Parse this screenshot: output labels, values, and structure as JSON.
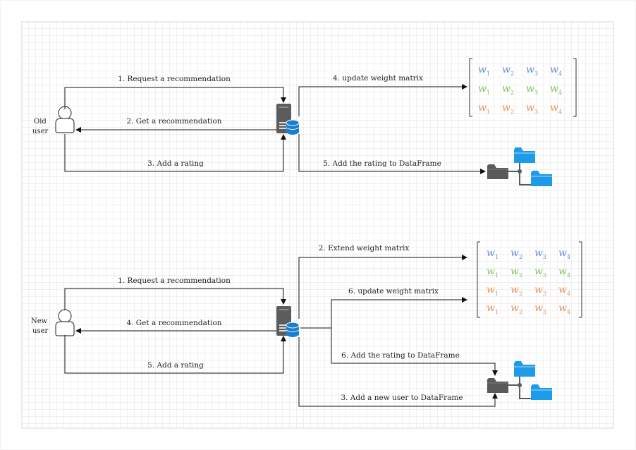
{
  "colors": {
    "blue": "#6a8fd6",
    "green": "#7cc45a",
    "orange": "#e8935a",
    "folder_blue": "#1e9be8",
    "dark": "#5a5a5a"
  },
  "top": {
    "user_label_line1": "Old",
    "user_label_line2": "user",
    "arrows": [
      "1. Request a recommendation",
      "2. Get a recommendation",
      "3. Add a rating",
      "4. update weight matrix",
      "5. Add the rating to DataFrame"
    ]
  },
  "bottom": {
    "user_label_line1": "New",
    "user_label_line2": "user",
    "arrows": [
      "1. Request a recommendation",
      "4. Get a recommendation",
      "5. Add a rating",
      "2. Extend weight matrix",
      "6. update weight matrix",
      "6. Add the rating to DataFrame",
      "3. Add a new user to DataFrame"
    ]
  },
  "matrix": {
    "symbol": "w",
    "subscripts": [
      "1",
      "2",
      "3",
      "4"
    ]
  },
  "icons": [
    "user-icon",
    "server-icon",
    "database-icon",
    "folder-icon",
    "folder-tree-icon"
  ]
}
